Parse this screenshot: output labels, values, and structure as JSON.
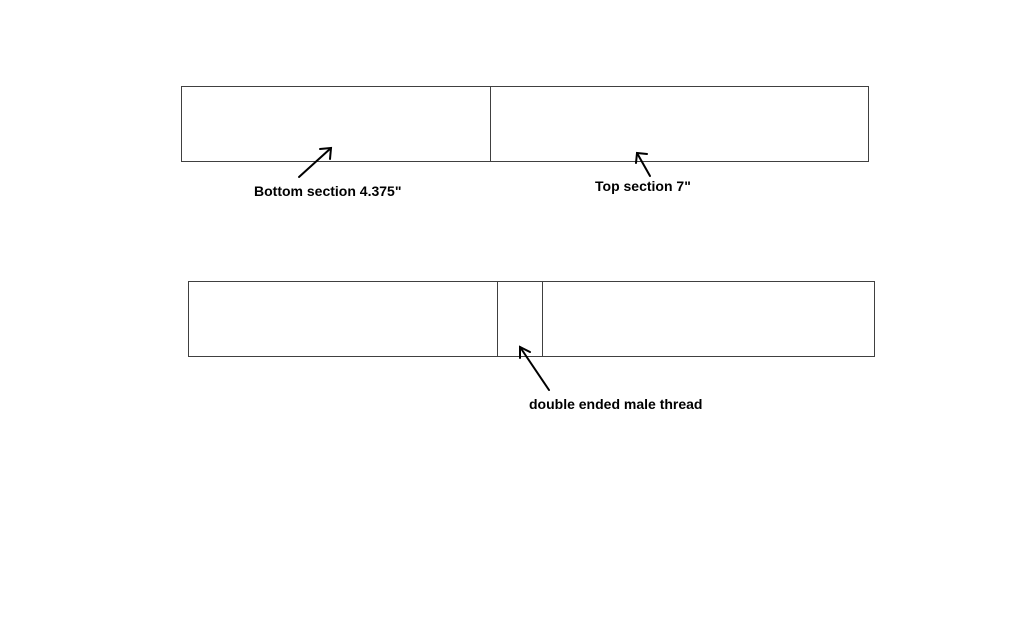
{
  "labels": {
    "bottom_section": "Bottom section 4.375\"",
    "top_section": "Top section 7\"",
    "thread": "double ended male thread"
  },
  "colors": {
    "outline": "#404040",
    "text": "#000000",
    "background": "#ffffff"
  }
}
